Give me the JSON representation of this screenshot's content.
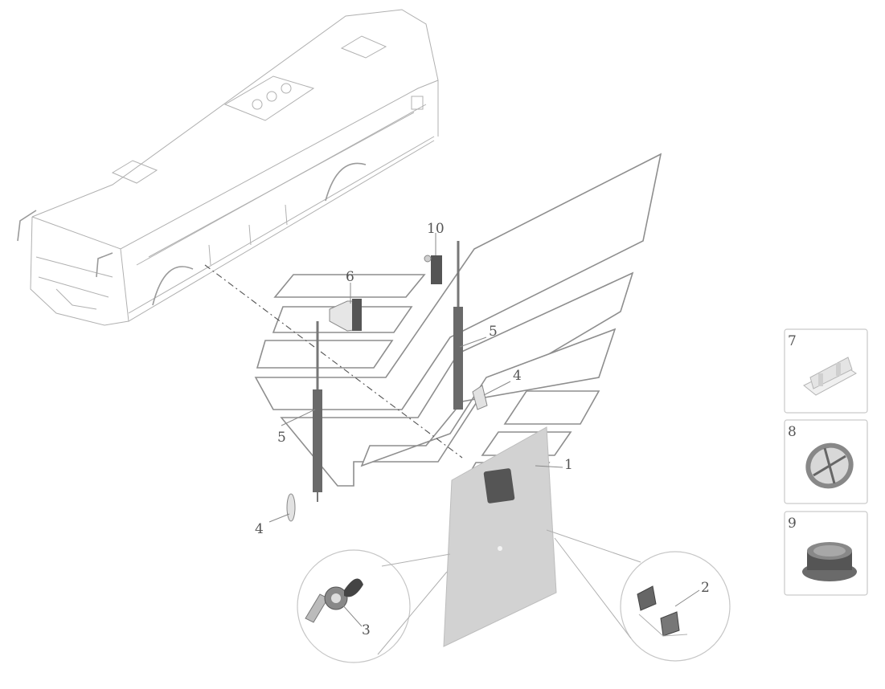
{
  "callouts": {
    "c1": "1",
    "c2": "2",
    "c3": "3",
    "c4a": "4",
    "c4b": "4",
    "c5a": "5",
    "c5b": "5",
    "c6": "6",
    "c7": "7",
    "c8": "8",
    "c9": "9",
    "c10": "10"
  },
  "colors": {
    "line": "#9a9a9a",
    "door_panel": "#d2d2d2",
    "dark_part": "#555555"
  },
  "icons": [
    "bus-outline-icon",
    "gas-strut-icon",
    "hinge-icon",
    "latch-icon",
    "lock-icon",
    "bracket-icon",
    "grille-icon",
    "grommet-icon"
  ]
}
